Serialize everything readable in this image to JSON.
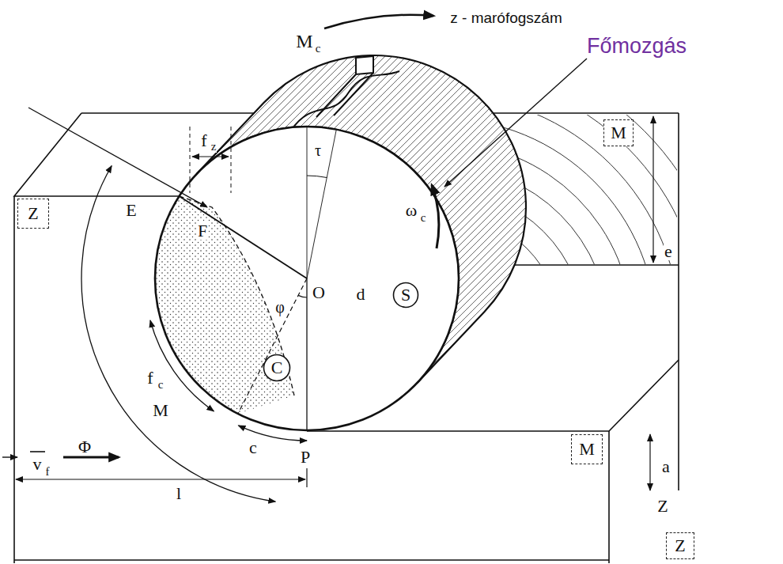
{
  "diagram": {
    "nodes": [
      {
        "text": [
          "M"
        ]
      },
      {
        "text": [
          "Z"
        ]
      },
      {
        "text": [
          "S"
        ]
      },
      {
        "text": [
          "C"
        ]
      },
      {
        "text": [
          "M"
        ]
      },
      {
        "text": [
          "Z"
        ]
      }
    ],
    "labels": [
      "z - marófogszám",
      "M",
      "c",
      "Főmozgás",
      "f",
      "z",
      "τ",
      "ω",
      "c",
      "E",
      "F",
      "e",
      "O",
      "d",
      "φ",
      "f",
      "c",
      "M",
      "Φ",
      "c",
      "P",
      "a",
      "v",
      "f",
      "l",
      "Z"
    ]
  }
}
